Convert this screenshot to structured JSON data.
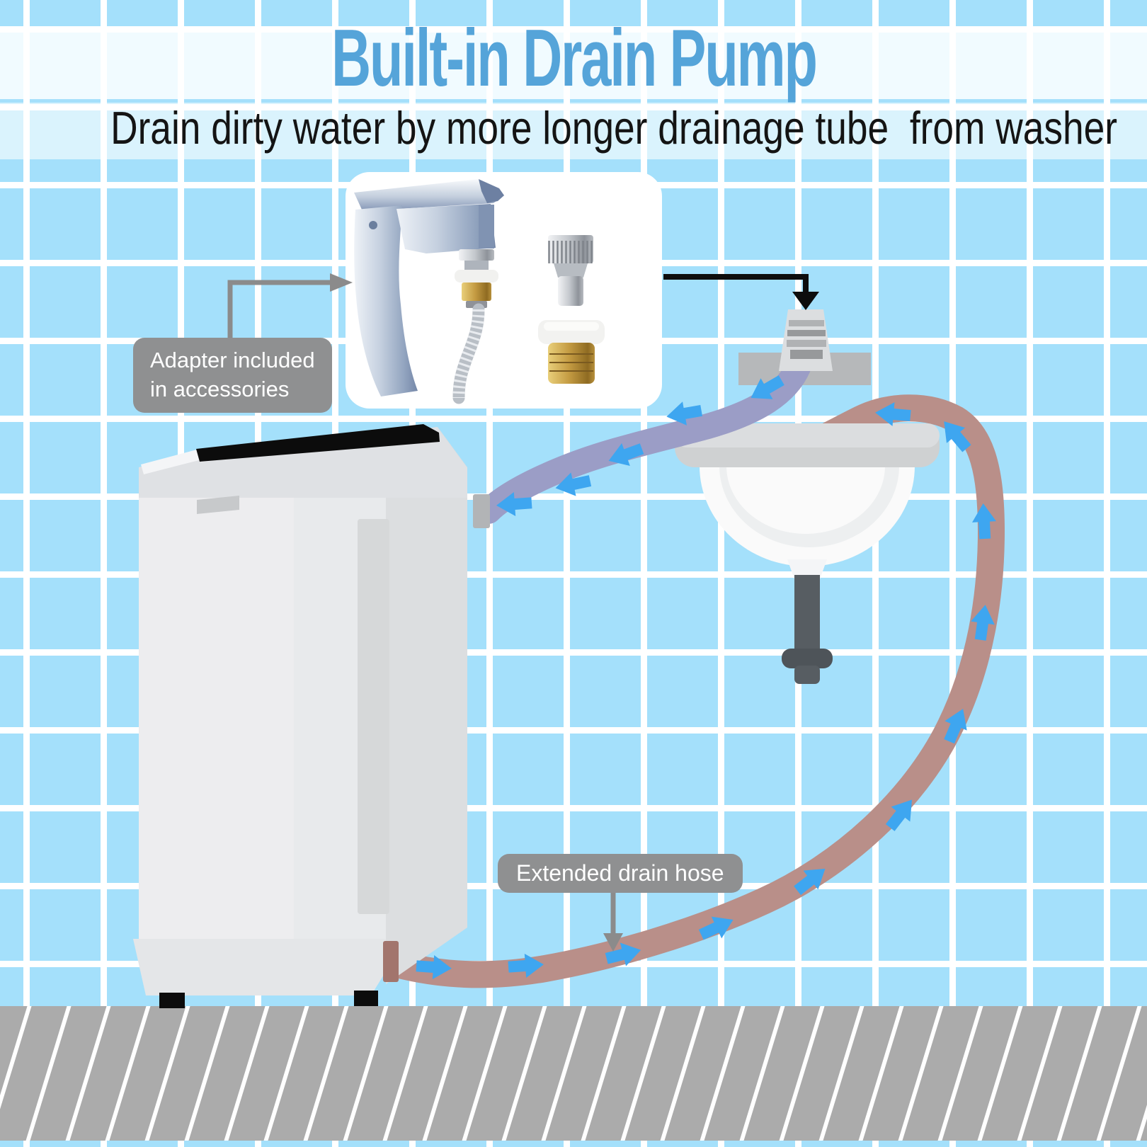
{
  "header": {
    "title": "Built-in Drain Pump",
    "subtitle": "Drain dirty water by more longer drainage tube  from washer"
  },
  "callouts": {
    "adapter": {
      "line1": "Adapter included",
      "line2": "in accessories"
    },
    "drain_hose": {
      "label": "Extended drain hose"
    }
  },
  "colors": {
    "tile_blue": "#a4e0fb",
    "grout_white": "#ffffff",
    "title_blue": "#55a4d9",
    "text_black": "#141414",
    "label_gray": "#8f9091",
    "label_text": "#ffffff",
    "floor_gray": "#ababab",
    "floor_line": "#ffffff",
    "supply_hose": "#9b9dc6",
    "drain_hose": "#b98f89",
    "drain_connector": "#a2756d",
    "supply_connector": "#b2b4b6",
    "arrow_blue": "#3ea6f0",
    "arrow_black": "#0d0d0d",
    "arrow_gray": "#8b8b8b",
    "washer_front": "#ededef",
    "washer_front2": "#e8eaec",
    "washer_side": "#dcdee0",
    "washer_top": "#dfe1e4",
    "washer_wedge": "#f4f5f7",
    "washer_base": "#e4e6e8",
    "washer_detail": "#c7c9cb",
    "washer_groove": "#d6d8d9",
    "black": "#0c0c0c",
    "sink_slab": "#cfd1d2",
    "sink_slab_top": "#dbdddf",
    "bowl_white": "#fafafa",
    "bowl_shade": "#edeff0",
    "pipe_dark": "#575d62",
    "pipe_darker": "#4e5459",
    "shelf_gray": "#b6b8ba",
    "outlet_gray": "#dcdee0",
    "outlet_ridge": "#97999b",
    "outlet_ridge2": "#b0b2b4",
    "inset_bg": "#ffffff"
  }
}
